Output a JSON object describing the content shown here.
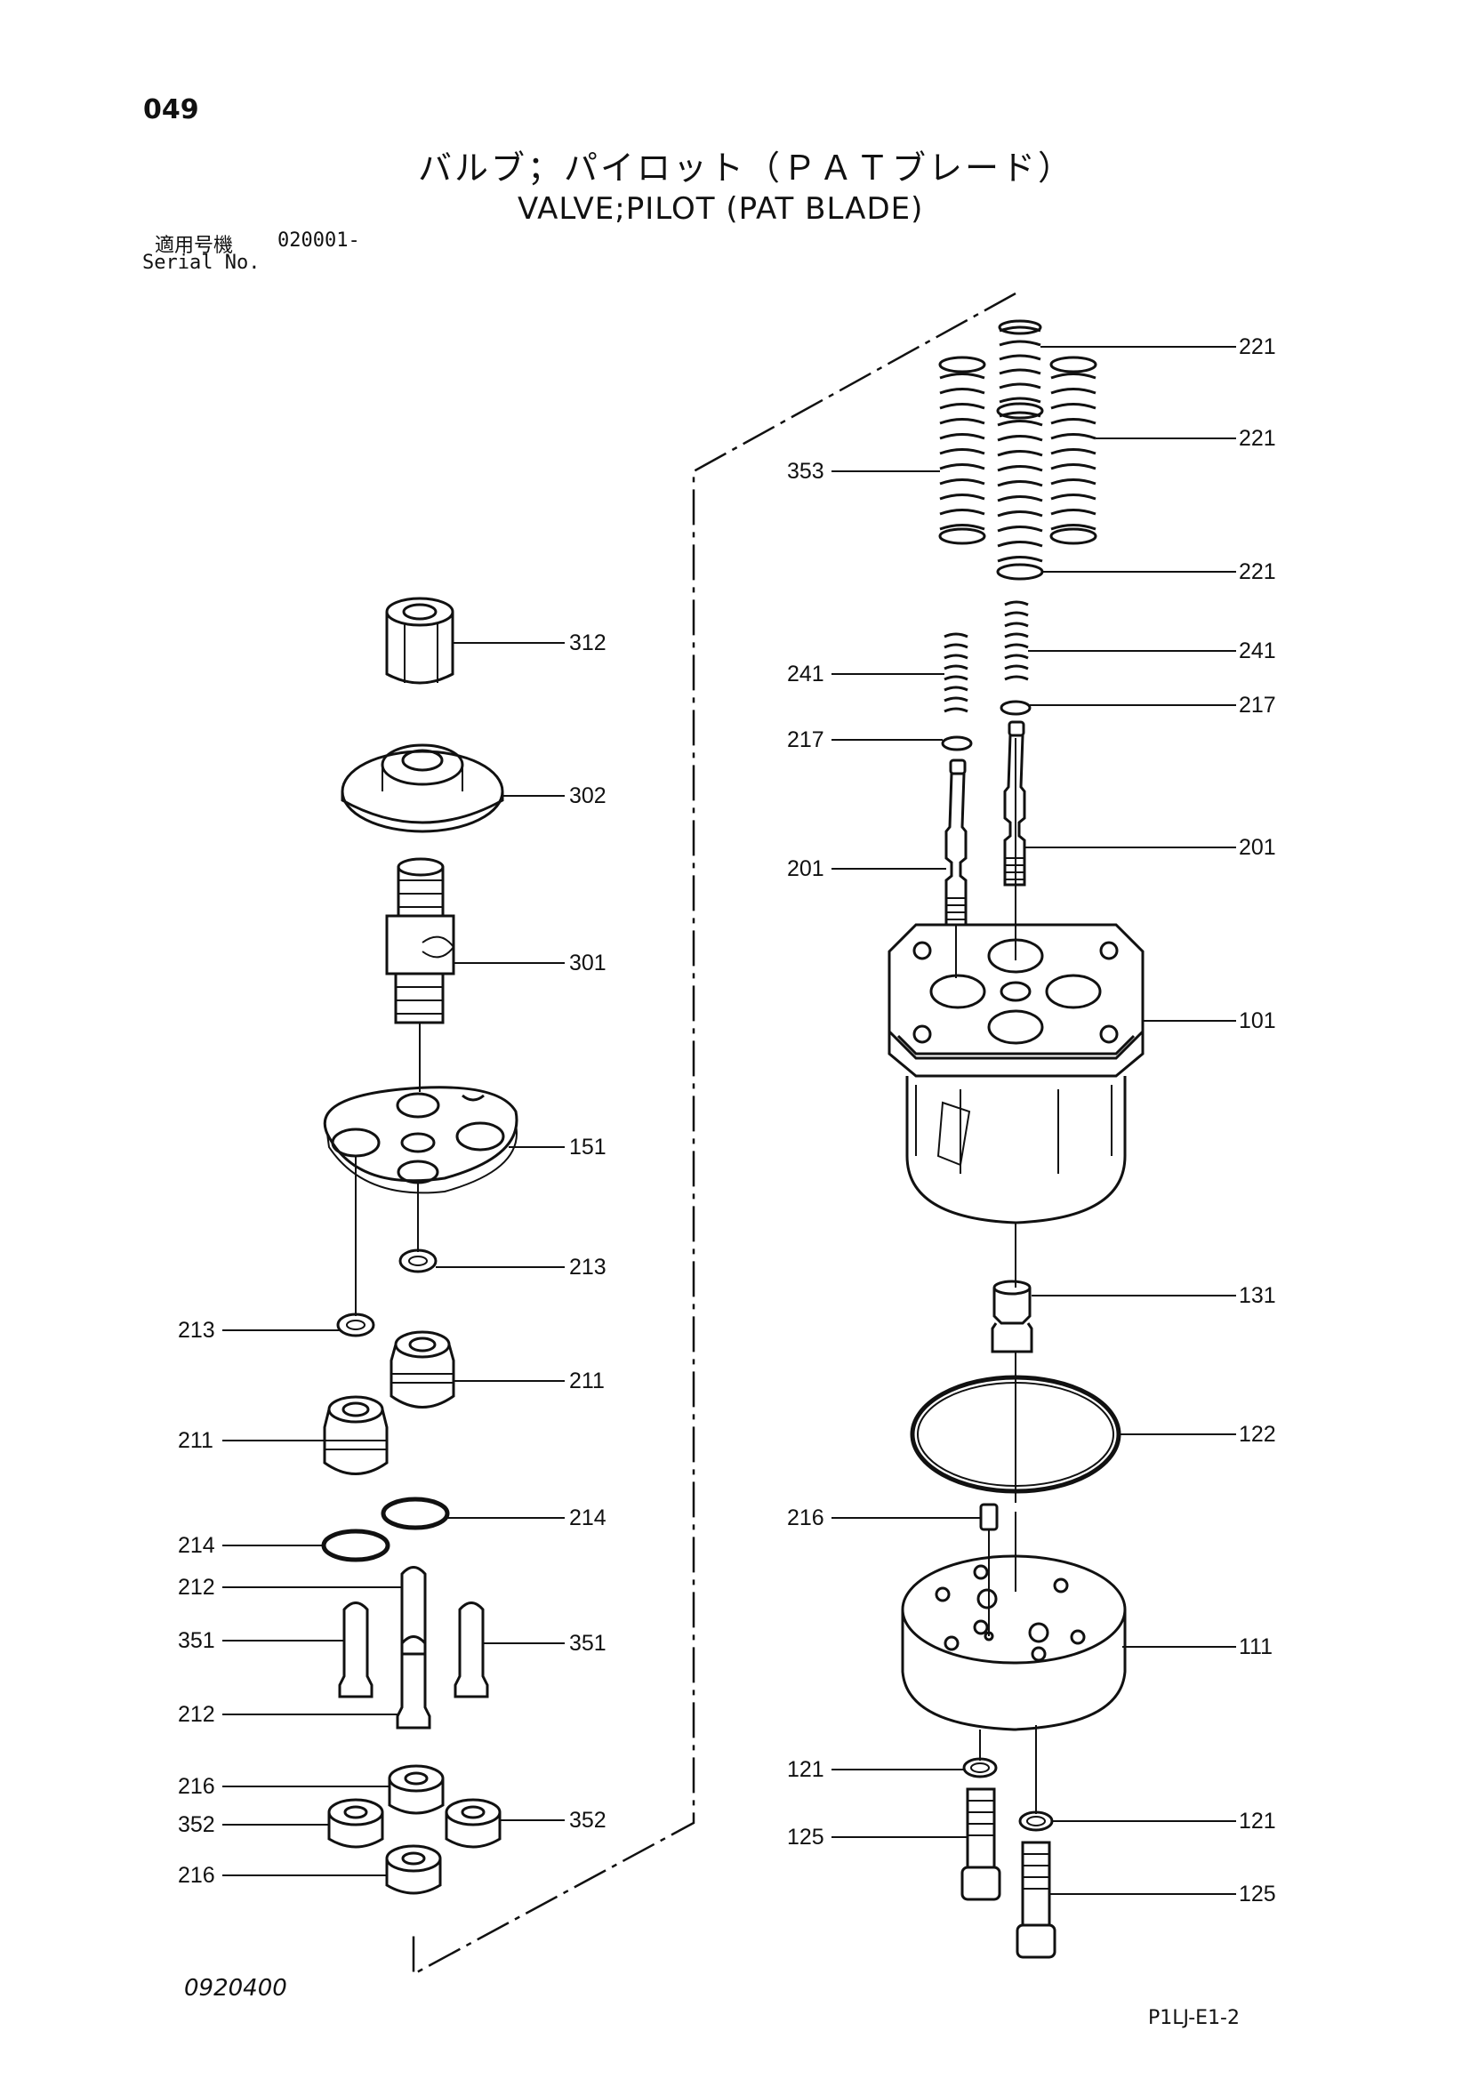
{
  "page_number": "049",
  "title_jp": "バルブ；パイロット（ＰＡＴブレード）",
  "title_en": "VALVE;PILOT (PAT BLADE)",
  "serial_label_jp": "適用号機",
  "serial_range": "020001-",
  "serial_label_en": "Serial No.",
  "drawing_code": "0920400",
  "footer_code": "P1LJ-E1-2",
  "part_labels": {
    "p221a": "221",
    "p221b": "221",
    "p221c": "221",
    "p353": "353",
    "p241l": "241",
    "p241r": "241",
    "p217l": "217",
    "p217r": "217",
    "p201l": "201",
    "p201r": "201",
    "p101": "101",
    "p131": "131",
    "p122": "122",
    "p216r": "216",
    "p111": "111",
    "p121l": "121",
    "p121r": "121",
    "p125l": "125",
    "p125r": "125",
    "p312": "312",
    "p302": "302",
    "p301": "301",
    "p151": "151",
    "p213r": "213",
    "p213l": "213",
    "p211r": "211",
    "p211l": "211",
    "p214r": "214",
    "p214l": "214",
    "p212a": "212",
    "p212b": "212",
    "p351l": "351",
    "p351r": "351",
    "p216a": "216",
    "p216b": "216",
    "p352l": "352",
    "p352r": "352"
  }
}
